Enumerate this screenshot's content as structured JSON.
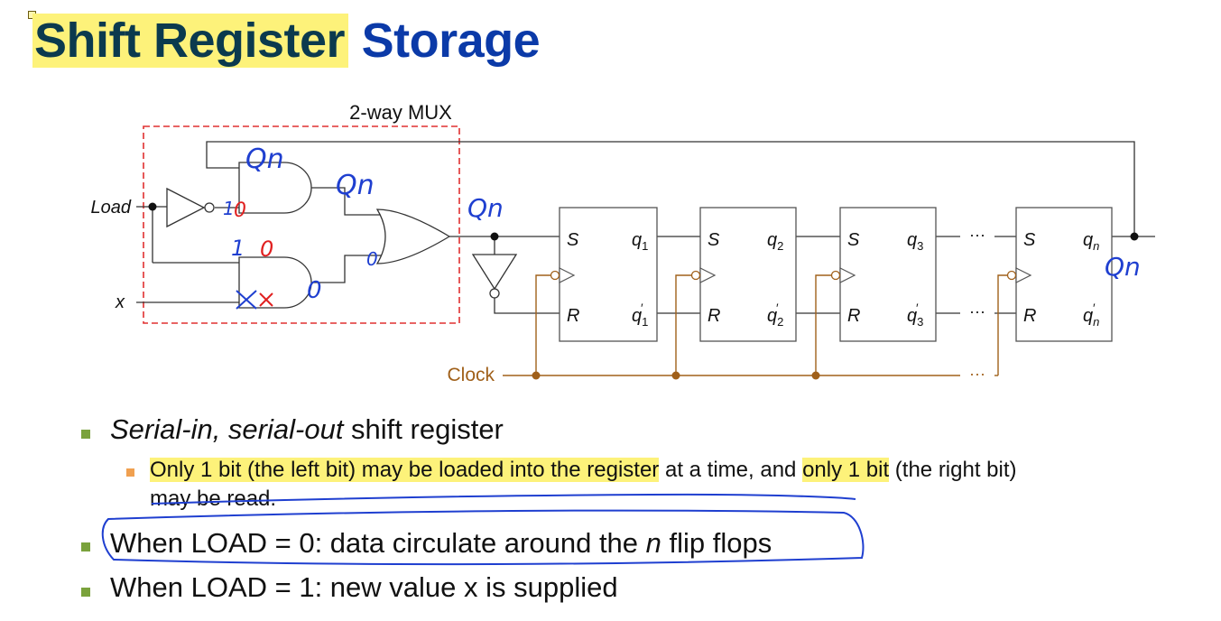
{
  "slide": {
    "title_highlighted": "Shift Register",
    "title_rest": "Storage"
  },
  "diagram": {
    "mux_label": "2-way MUX",
    "load_label": "Load",
    "x_label": "x",
    "clock_label": "Clock",
    "ellipsis": "···",
    "flip_flops": [
      {
        "s": "S",
        "r": "R",
        "q": "q",
        "sub": "1"
      },
      {
        "s": "S",
        "r": "R",
        "q": "q",
        "sub": "2"
      },
      {
        "s": "S",
        "r": "R",
        "q": "q",
        "sub": "3"
      },
      {
        "s": "S",
        "r": "R",
        "q": "q",
        "sub": "n"
      }
    ],
    "handwriting": {
      "qn_and_top": "Qn",
      "qn_and_out": "Qn",
      "qn_or_out": "Qn",
      "qn_output": "Qn",
      "one_inverter": "1",
      "zero_inverter": "0",
      "one_and_bottom": "1",
      "zero_and_bottom": "0",
      "zero_and_out": "0",
      "zero_or_in": "0"
    }
  },
  "bullets": [
    {
      "italic": "Serial-in, serial-out",
      "rest": " shift register"
    },
    {
      "hl1": "Only 1 bit (the left bit) may be loaded into the register",
      "t1": " at a time, and ",
      "hl2": "only 1 bit",
      "t2": " (the right bit)",
      "line2": "may be read."
    },
    {
      "pre": "When LOAD = 0: data circulate around the ",
      "italic": "n",
      "post": " flip flops"
    },
    {
      "text": "When LOAD = 1: new value x is supplied"
    }
  ],
  "colors": {
    "highlight": "#fdf27a",
    "title_dark": "#0b3a4e",
    "title_blue": "#0b3aa8",
    "mux_border": "#e03030",
    "clock": "#a0601a",
    "ink_blue": "#1f3fd0",
    "ink_red": "#e02020",
    "bullet_green": "#7aa23c",
    "bullet_orange": "#f0a050"
  }
}
